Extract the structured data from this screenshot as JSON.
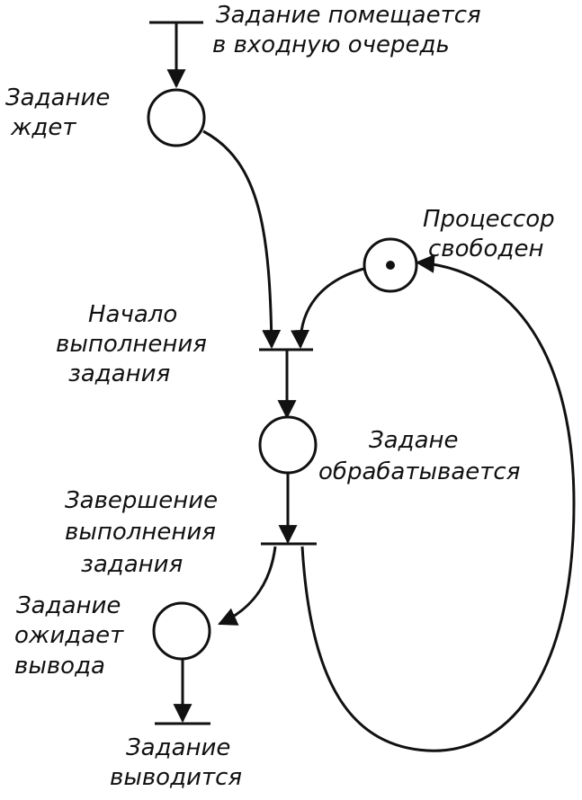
{
  "colors": {
    "ink": "#111111",
    "background": "#ffffff"
  },
  "labels": {
    "enqueue": [
      "Задание помещается",
      "в входную очередь"
    ],
    "job_waits": [
      "Задание",
      "ждет"
    ],
    "cpu_free": [
      "Процессор",
      "свободен"
    ],
    "start_exec": [
      "Начало",
      "выполнения",
      "задания"
    ],
    "processing": [
      "Задане",
      "обрабатывается"
    ],
    "finish_exec": [
      "Завершение",
      "выполнения",
      "задания"
    ],
    "await_output": [
      "Задание",
      "ожидает",
      "вывода"
    ],
    "output": [
      "Задание",
      "выводится"
    ]
  },
  "places": [
    {
      "id": "job-waits",
      "tokens": 0
    },
    {
      "id": "cpu-free",
      "tokens": 1
    },
    {
      "id": "job-processing",
      "tokens": 0
    },
    {
      "id": "job-awaits-output",
      "tokens": 0
    }
  ]
}
